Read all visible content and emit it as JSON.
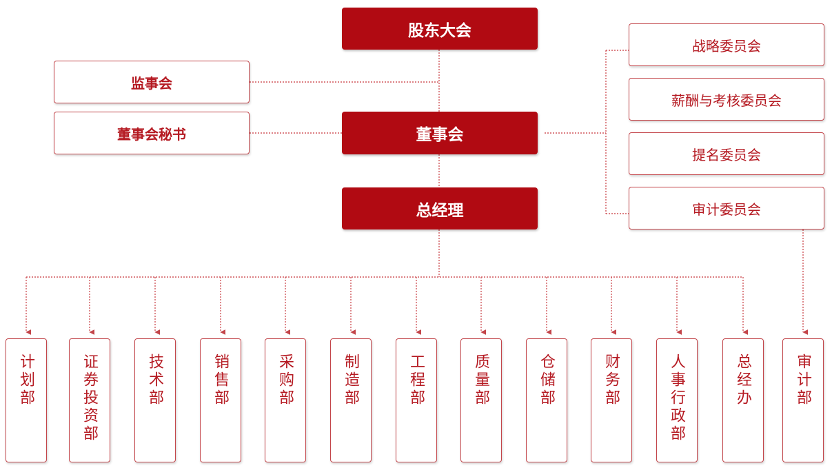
{
  "top": {
    "shareholders": "股东大会",
    "board": "董事会",
    "gm": "总经理"
  },
  "left": {
    "supervisory": "监事会",
    "secretary": "董事会秘书"
  },
  "committees": [
    "战略委员会",
    "薪酬与考核委员会",
    "提名委员会",
    "审计委员会"
  ],
  "departments": [
    "计划部",
    "证券投资部",
    "技术部",
    "销售部",
    "采购部",
    "制造部",
    "工程部",
    "质量部",
    "仓储部",
    "财务部",
    "人事行政部",
    "总经办",
    "审计部"
  ],
  "colors": {
    "primary": "#b10a12",
    "line": "#d0575c",
    "text": "#b51a22"
  }
}
